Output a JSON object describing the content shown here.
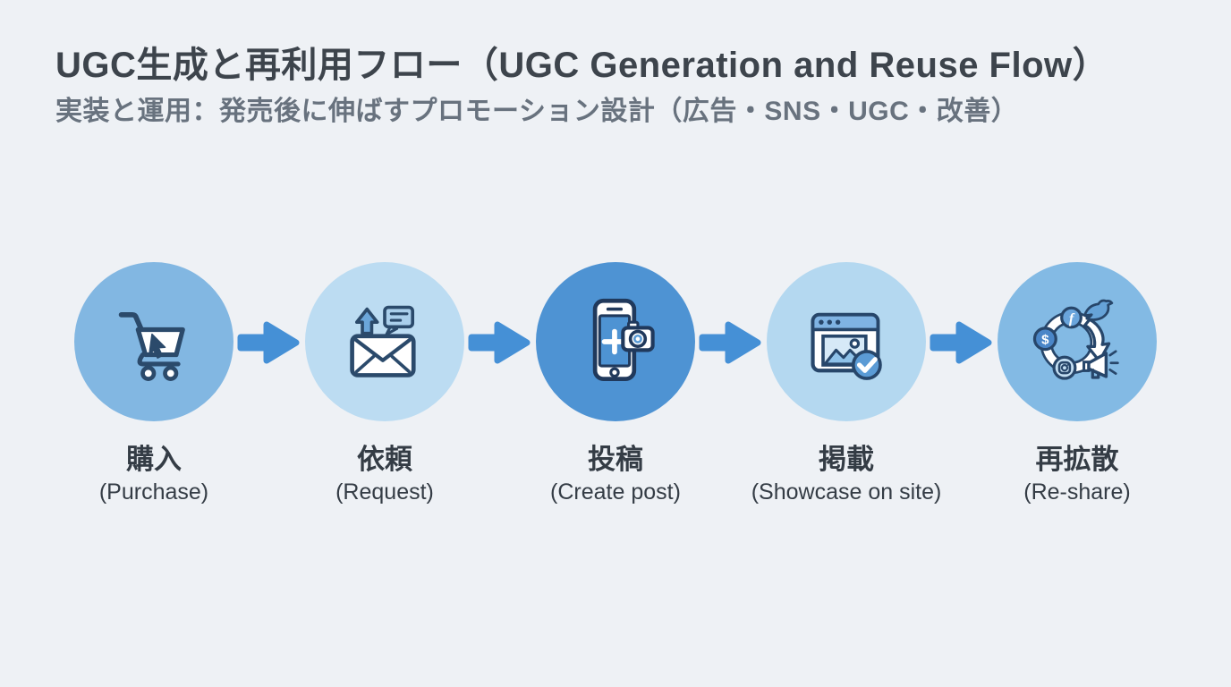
{
  "header": {
    "title": "UGC生成と再利用フロー（UGC Generation and Reuse Flow）",
    "subtitle": "実装と運用：発売後に伸ばすプロモーション設計（広告・SNS・UGC・改善）"
  },
  "flow": {
    "steps": [
      {
        "jp": "購入",
        "en": "(Purchase)",
        "icon": "shopping-cart-icon",
        "circle_color": "#82b7e2"
      },
      {
        "jp": "依頼",
        "en": "(Request)",
        "icon": "mail-request-icon",
        "circle_color": "#bcdcf2"
      },
      {
        "jp": "投稿",
        "en": "(Create post)",
        "icon": "phone-post-icon",
        "circle_color": "#4e93d3"
      },
      {
        "jp": "掲載",
        "en": "(Showcase on site)",
        "icon": "website-showcase-icon",
        "circle_color": "#b4d8f0"
      },
      {
        "jp": "再拡散",
        "en": "(Re-share)",
        "icon": "social-reshare-icon",
        "circle_color": "#83bae4"
      }
    ],
    "arrow_color": "#4590d6"
  },
  "colors": {
    "background": "#eef1f5",
    "title_text": "#3d444c",
    "subtitle_text": "#68727e",
    "label_text": "#343c45",
    "icon_outline": "#2b4a6b",
    "icon_accent_blue": "#5b9bd5"
  }
}
